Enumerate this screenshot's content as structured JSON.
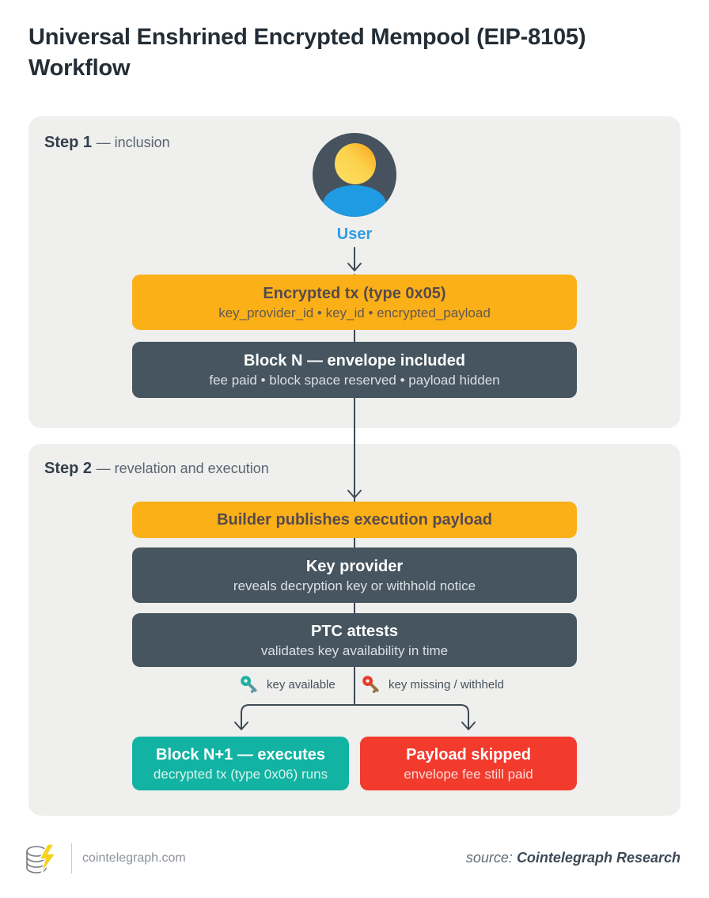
{
  "title": "Universal Enshrined Encrypted Mempool (EIP-8105) Workflow",
  "step1": {
    "label": "Step 1",
    "sublabel": "— inclusion",
    "user_label": "User",
    "encrypted_box": {
      "title": "Encrypted tx (type 0x05)",
      "subtitle": "key_provider_id • key_id • encrypted_payload"
    },
    "block_box": {
      "title": "Block N — envelope included",
      "subtitle": "fee paid • block space reserved • payload hidden"
    }
  },
  "step2": {
    "label": "Step 2",
    "sublabel": "— revelation and execution",
    "builder_box": {
      "title": "Builder publishes execution payload"
    },
    "key_provider_box": {
      "title": "Key provider",
      "subtitle": "reveals decryption key or withhold notice"
    },
    "ptc_box": {
      "title": "PTC attests",
      "subtitle": "validates key availability in time"
    },
    "legend": {
      "available": "key available",
      "missing": "key missing / withheld"
    },
    "execute_box": {
      "title": "Block N+1 — executes",
      "subtitle": "decrypted tx (type 0x06) runs"
    },
    "skipped_box": {
      "title": "Payload skipped",
      "subtitle": "envelope fee still paid"
    }
  },
  "footer": {
    "site": "cointelegraph.com",
    "source_prefix": "source:",
    "source_name": "Cointelegraph Research"
  },
  "colors": {
    "amber": "#fbb018",
    "slate": "#46555f",
    "teal": "#12b3a2",
    "red": "#f23a2d",
    "blue": "#2d9ee8",
    "panel_bg": "#efefed",
    "line": "#3f4a54"
  }
}
